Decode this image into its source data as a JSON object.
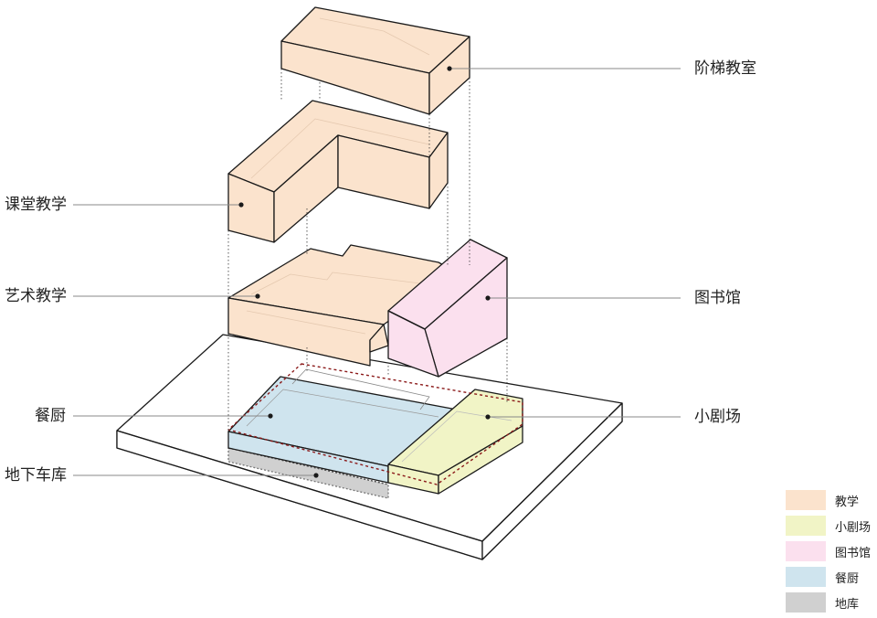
{
  "callouts": {
    "lecture_hall": "阶梯教室",
    "classroom": "课堂教学",
    "art": "艺术教学",
    "library": "图书馆",
    "canteen": "餐厨",
    "theater": "小剧场",
    "garage": "地下车库"
  },
  "legend": [
    {
      "label": "教学",
      "color": "#fbe3cd"
    },
    {
      "label": "小剧场",
      "color": "#f1f4c6"
    },
    {
      "label": "图书馆",
      "color": "#fbe0ee"
    },
    {
      "label": "餐厨",
      "color": "#cfe4ee"
    },
    {
      "label": "地库",
      "color": "#d0d0d0"
    }
  ],
  "colors": {
    "teaching": "#fbe3cd",
    "theater": "#f1f4c6",
    "library": "#fbe0ee",
    "canteen": "#cfe4ee",
    "garage": "#d0d0d0",
    "site_outline": "#8b1a1a"
  }
}
